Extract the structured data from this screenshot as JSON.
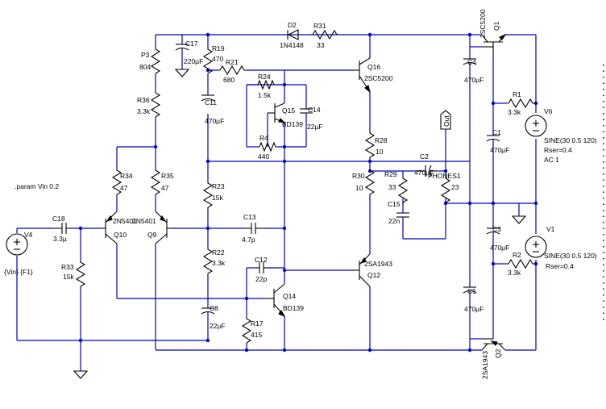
{
  "directive": ".param Vin 0.2",
  "components": {
    "V4": {
      "ref": "V4",
      "value": "{Vin} {F1}"
    },
    "C18": {
      "ref": "C18",
      "value": "3.3µ"
    },
    "R33": {
      "ref": "R33",
      "value": "15k"
    },
    "Q10": {
      "ref": "Q10",
      "part": "2N5401"
    },
    "Q9": {
      "ref": "Q9",
      "part": "2N5401"
    },
    "R34": {
      "ref": "R34",
      "value": "47"
    },
    "R35": {
      "ref": "R35",
      "value": "47"
    },
    "R36": {
      "ref": "R36",
      "value": "3.3k"
    },
    "P3": {
      "ref": "P3",
      "value": "804"
    },
    "C17": {
      "ref": "C17",
      "value": "220µF"
    },
    "R19": {
      "ref": "R19",
      "value": "470"
    },
    "R21": {
      "ref": "R21",
      "value": "680"
    },
    "C11": {
      "ref": "C11",
      "value": "470µF"
    },
    "R23": {
      "ref": "R23",
      "value": "15k"
    },
    "R22": {
      "ref": "R22",
      "value": "3.3k"
    },
    "C8": {
      "ref": "C8",
      "value": "22µF"
    },
    "C13": {
      "ref": "C13",
      "value": "4.7p"
    },
    "C12": {
      "ref": "C12",
      "value": "22p"
    },
    "R24": {
      "ref": "R24",
      "value": "1.5k"
    },
    "Q15": {
      "ref": "Q15",
      "part": "BD139"
    },
    "C14": {
      "ref": "C14",
      "value": "22µF"
    },
    "R4": {
      "ref": "R4",
      "value": "440"
    },
    "Q14": {
      "ref": "Q14",
      "part": "BD139"
    },
    "R17": {
      "ref": "R17",
      "value": "415"
    },
    "D2": {
      "ref": "D2",
      "part": "1N4148"
    },
    "R31": {
      "ref": "R31",
      "value": "33"
    },
    "Q16": {
      "ref": "Q16",
      "part": "2SC5200"
    },
    "R28": {
      "ref": "R28",
      "value": "10"
    },
    "R30": {
      "ref": "R30",
      "value": "10"
    },
    "Q12": {
      "ref": "Q12",
      "part": "2SA1943"
    },
    "R29": {
      "ref": "R29",
      "value": "33"
    },
    "C15": {
      "ref": "C15",
      "value": "22n"
    },
    "C2": {
      "ref": "C2",
      "value": "470µF"
    },
    "PHONES1": {
      "ref": "PHONES1",
      "value": "23"
    },
    "OUT": {
      "label": "Out"
    },
    "C4": {
      "ref": "C4",
      "value": "470µF"
    },
    "C5": {
      "ref": "C5",
      "value": "470µF"
    },
    "Q1": {
      "ref": "Q1",
      "part": "2SC5200"
    },
    "Q2": {
      "ref": "Q2",
      "part": "2SA1943"
    },
    "R1": {
      "ref": "R1",
      "value": "3.3k"
    },
    "R2": {
      "ref": "R2",
      "value": "3.3k"
    },
    "C1": {
      "ref": "C1",
      "value": "470µF"
    },
    "C3": {
      "ref": "C3",
      "value": "470µF"
    },
    "V6": {
      "ref": "V6",
      "line1": "SINE(30 0.5 120)",
      "line2": "Rser=0.4",
      "line3": "AC 1"
    },
    "V1": {
      "ref": "V1",
      "line1": "SINE(30 0.5 120)",
      "line2": "Rser=0.4"
    }
  }
}
